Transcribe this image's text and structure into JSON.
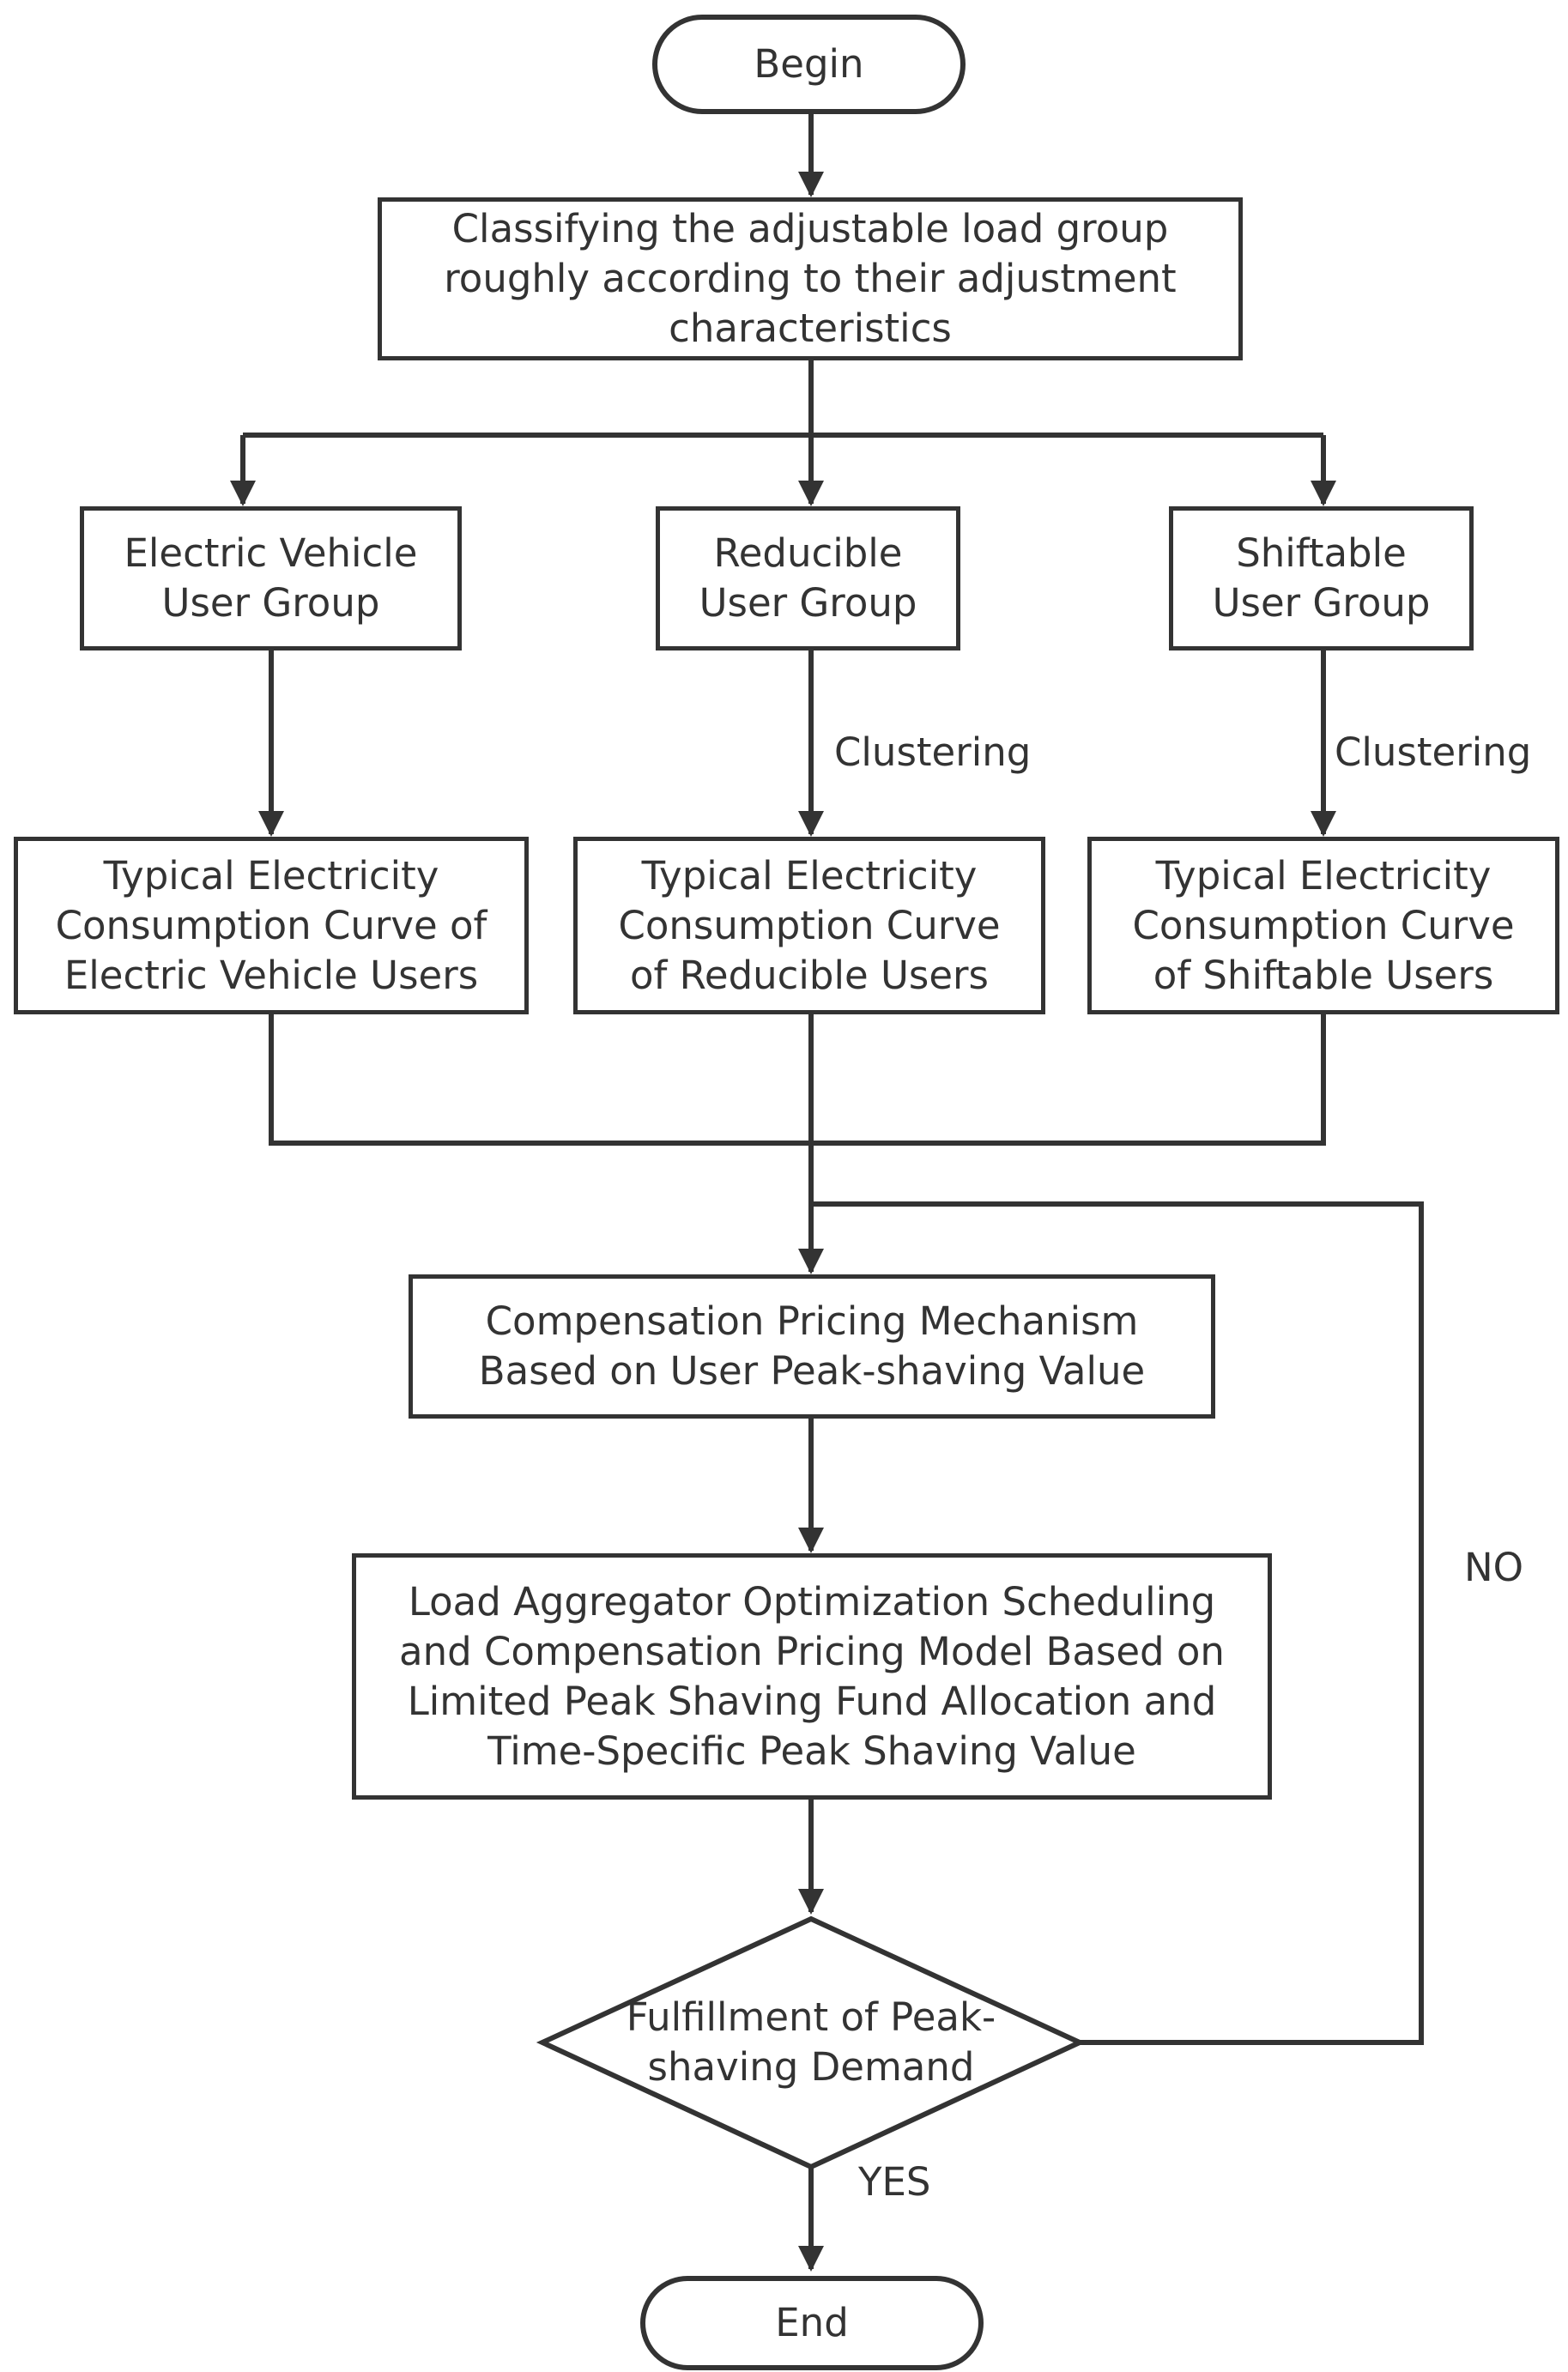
{
  "nodes": {
    "begin": "Begin",
    "classify": "Classifying the adjustable load group\nroughly according to their adjustment\ncharacteristics",
    "ev_group": "Electric Vehicle\nUser Group",
    "reducible_group": "Reducible\nUser Group",
    "shiftable_group": "Shiftable\nUser Group",
    "ev_curve": "Typical Electricity\nConsumption Curve of\nElectric Vehicle Users",
    "reducible_curve": "Typical Electricity\nConsumption Curve\nof Reducible Users",
    "shiftable_curve": "Typical Electricity\nConsumption Curve\nof Shiftable Users",
    "compensation": "Compensation Pricing Mechanism\nBased on User Peak-shaving Value",
    "aggregator": "Load Aggregator Optimization Scheduling\nand Compensation Pricing Model Based on\nLimited Peak Shaving Fund Allocation and\nTime-Specific Peak Shaving Value",
    "decision": "Fulfillment of Peak-\nshaving Demand",
    "end": "End"
  },
  "edge_labels": {
    "clustering_reducible": "Clustering",
    "clustering_shiftable": "Clustering",
    "no": "NO",
    "yes": "YES"
  },
  "colors": {
    "stroke": "#333333",
    "text": "#333333",
    "background": "#ffffff"
  }
}
